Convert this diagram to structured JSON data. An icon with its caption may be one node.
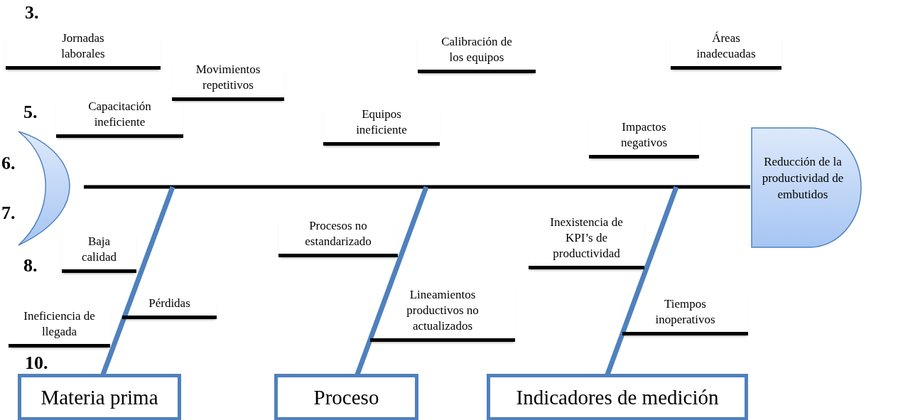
{
  "diagram": {
    "nodes": [
      {
        "text": [],
        "shape": "crescent"
      },
      {
        "text": [
          "Reducción de la productividad de embutidos"
        ]
      },
      {
        "text": [
          "Materia prima"
        ]
      },
      {
        "text": [
          "Proceso"
        ]
      },
      {
        "text": [
          "Indicadores de medición"
        ]
      }
    ],
    "edges": [
      {
        "from": 0,
        "to": 1,
        "arrow": "none",
        "color": "#000000"
      },
      {
        "from": 2,
        "to": null,
        "arrow": "none"
      },
      {
        "from": 3,
        "to": null,
        "arrow": "none"
      },
      {
        "from": 4,
        "to": null,
        "arrow": "none"
      }
    ],
    "labels": [
      "3.",
      "Jornadas laborales",
      "Calibración de los equipos",
      "Áreas inadecuadas",
      "Movimientos repetitivos",
      "5.",
      "Capacitación ineficiente",
      "Equipos ineficiente",
      "Impactos negativos",
      "6.",
      "7.",
      "Procesos no estandarizado",
      "Inexistencia de KPI’s de productividad",
      "Baja calidad",
      "8.",
      "Lineamientos productivos no actualizados",
      "Pérdidas",
      "Tiempos inoperativos",
      "Ineficiencia de llegada",
      "10."
    ]
  }
}
